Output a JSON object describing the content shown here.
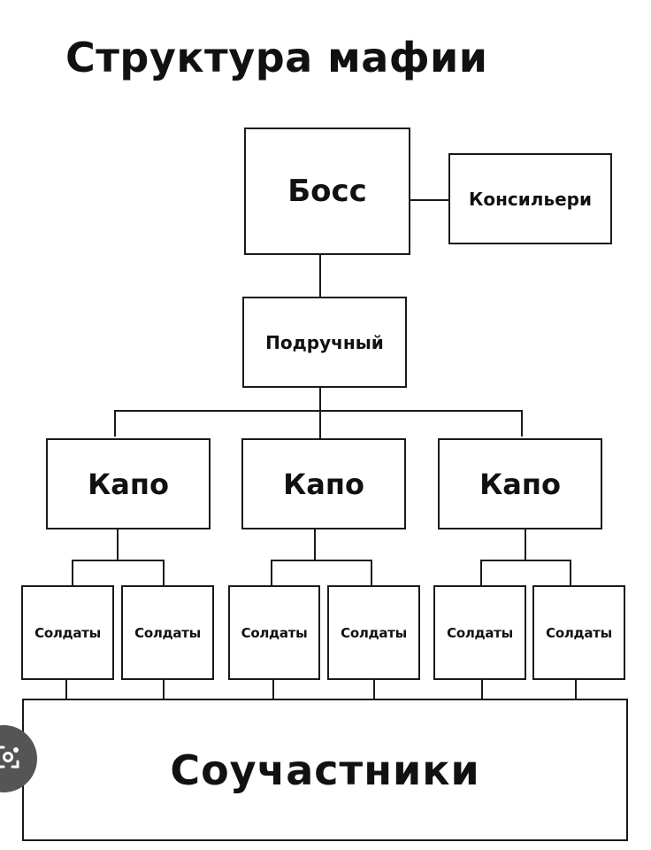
{
  "title": "Структура мафии",
  "nodes": {
    "boss": "Босс",
    "consigliere": "Консильери",
    "underboss": "Подручный",
    "capos": [
      "Капо",
      "Капо",
      "Капо"
    ],
    "soldiers": [
      "Солдаты",
      "Солдаты",
      "Солдаты",
      "Солдаты",
      "Солдаты",
      "Солдаты"
    ],
    "associates": "Соучастники"
  },
  "overlay": {
    "icon": "image-search-icon"
  },
  "colors": {
    "line": "#1a1a1a",
    "background": "#ffffff",
    "overlay": "#555555"
  }
}
